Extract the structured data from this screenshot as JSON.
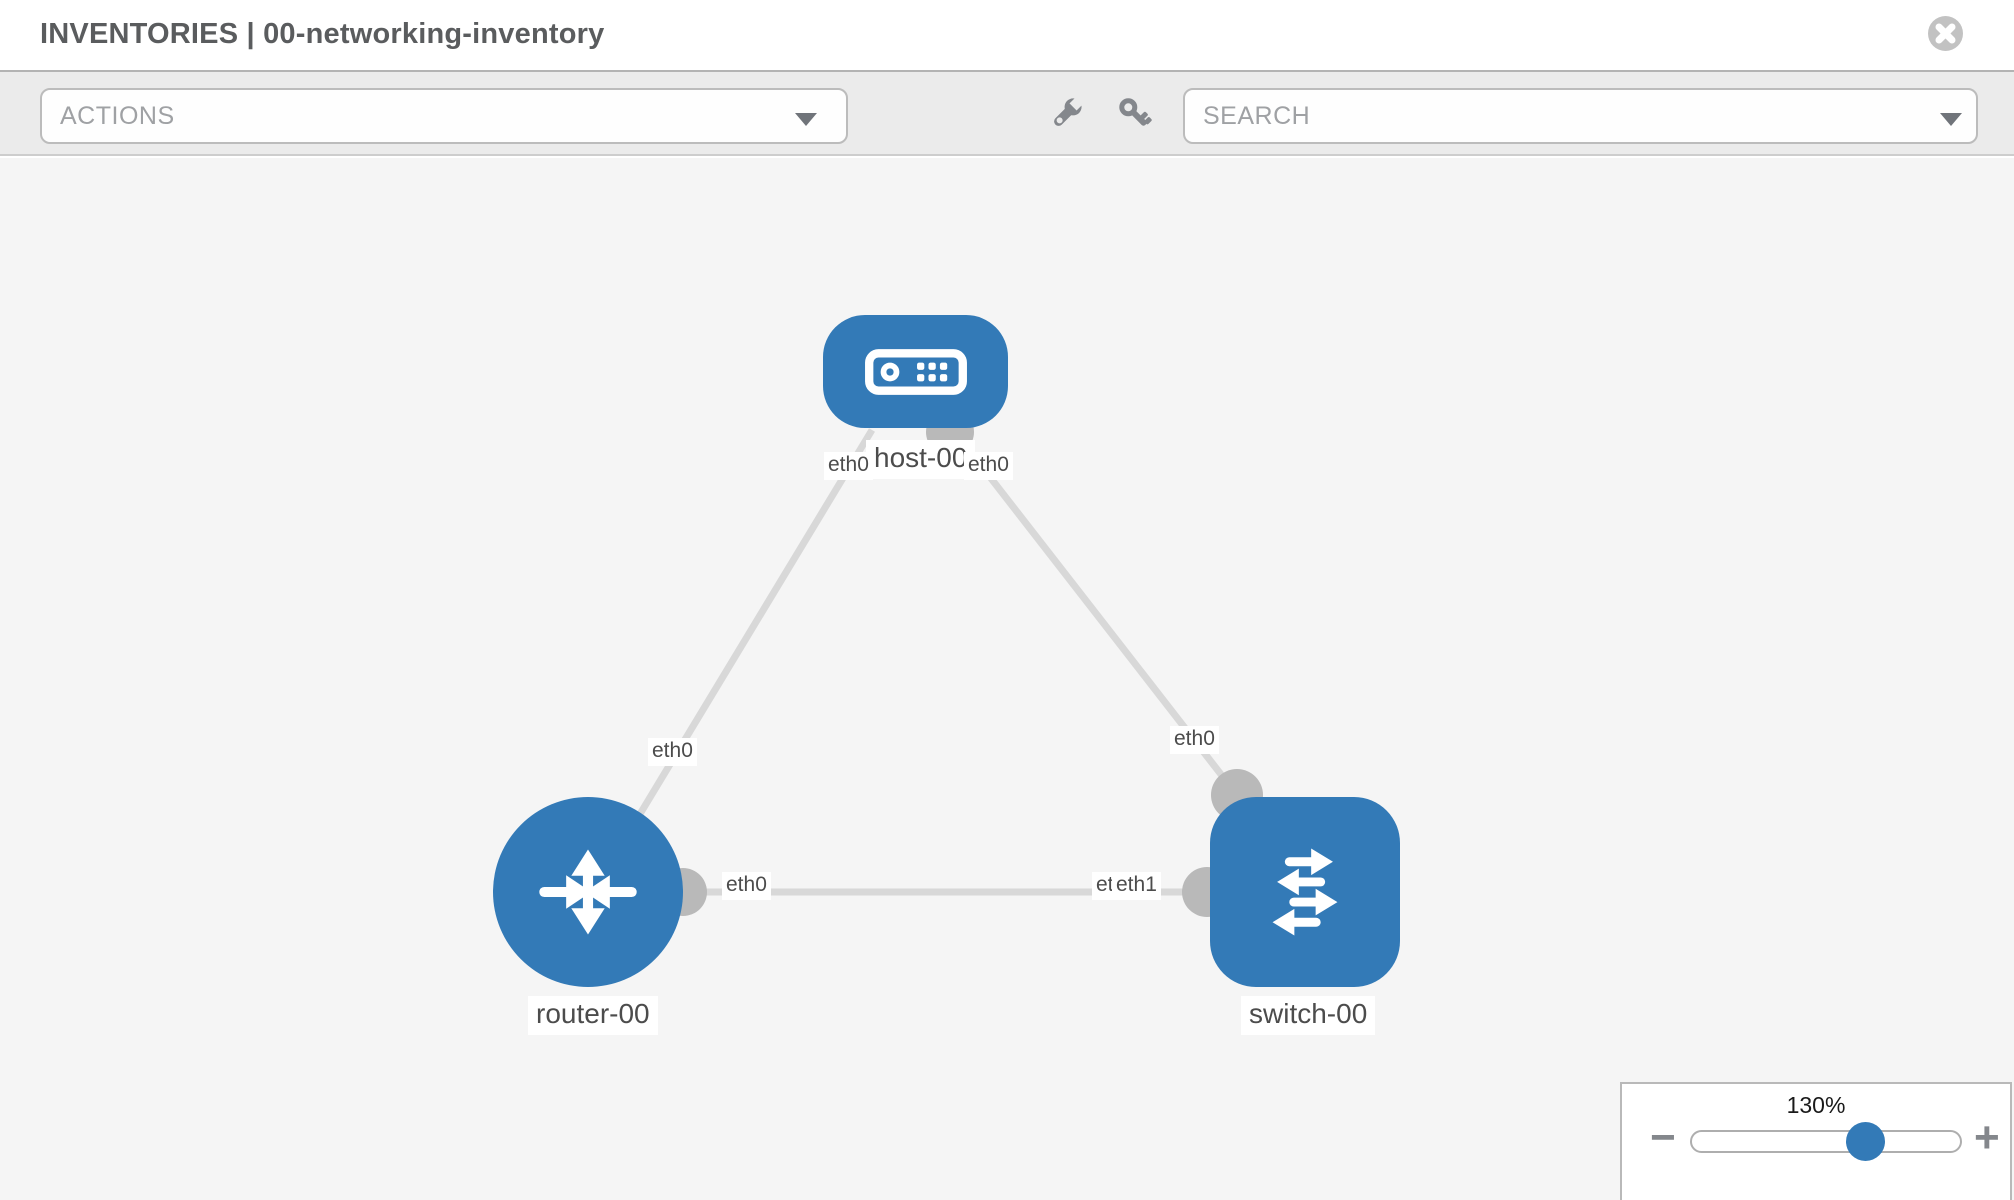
{
  "header": {
    "title": "INVENTORIES | 00-networking-inventory"
  },
  "toolbar": {
    "actions_label": "ACTIONS",
    "search_placeholder": "SEARCH",
    "icons": [
      "wrench-icon",
      "key-icon"
    ]
  },
  "canvas": {
    "nodes": [
      {
        "id": "host-00",
        "type": "host",
        "label": "host-00"
      },
      {
        "id": "router-00",
        "type": "router",
        "label": "router-00"
      },
      {
        "id": "switch-00",
        "type": "switch",
        "label": "switch-00"
      }
    ],
    "links": [
      {
        "source": "host-00",
        "target": "router-00",
        "source_interface": "eth0",
        "target_interface": "eth0"
      },
      {
        "source": "host-00",
        "target": "switch-00",
        "source_interface": "eth0",
        "target_interface": "eth0"
      },
      {
        "source": "router-00",
        "target": "switch-00",
        "source_interface": "eth0",
        "target_interface": "eth1"
      }
    ],
    "eth_labels": {
      "host_to_router_at_host": "eth0",
      "host_to_switch_at_host": "eth0",
      "host_to_router_at_router": "eth0",
      "host_to_switch_at_switch": "eth0",
      "router_to_switch_at_router": "eth0",
      "router_to_switch_at_switch_under": "eth0",
      "router_to_switch_at_switch": "eth1"
    }
  },
  "zoom_control": {
    "level": "130%",
    "minus": "−",
    "plus": "+"
  },
  "colors": {
    "node_blue": "#337ab7",
    "link_gray": "#d8d8d8",
    "interface_gray": "#b9b9b9",
    "canvas_bg": "#f5f5f5",
    "toolbar_bg": "#ebebeb",
    "icon_gray": "#84878c",
    "close_button_gray": "#c2c2c2"
  }
}
